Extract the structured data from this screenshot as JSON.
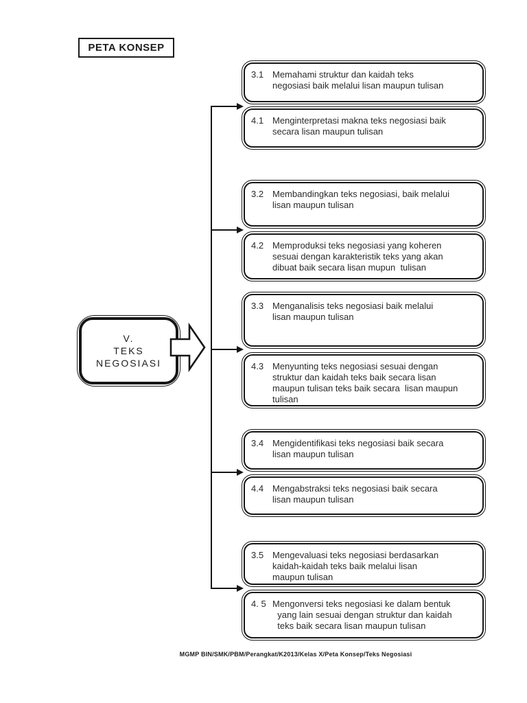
{
  "page": {
    "header_label": "PETA KONSEP",
    "footer": "MGMP BIN/SMK/PBM/Perangkat/K2013/Kelas X/Peta Konsep/Teks Negosiasi"
  },
  "root_node": {
    "label": "V.\nTEKS\nNEGOSIASI"
  },
  "nodes": [
    {
      "num": "3.1",
      "text": "Memahami struktur dan kaidah teks\nnegosiasi baik melalui lisan maupun tulisan"
    },
    {
      "num": "4.1",
      "text": "Menginterpretasi makna teks negosiasi baik\nsecara lisan maupun tulisan"
    },
    {
      "num": "3.2",
      "text": "Membandingkan teks negosiasi, baik melalui\nlisan maupun tulisan"
    },
    {
      "num": "4.2",
      "text": "Memproduksi teks negosiasi yang koheren\nsesuai dengan karakteristik teks yang akan\ndibuat baik secara lisan mupun  tulisan"
    },
    {
      "num": "3.3",
      "text": "Menganalisis teks negosiasi baik melalui\nlisan maupun tulisan"
    },
    {
      "num": "4.3",
      "text": "Menyunting teks negosiasi sesuai dengan\nstruktur dan kaidah teks baik secara lisan\nmaupun tulisan teks baik secara  lisan maupun\ntulisan"
    },
    {
      "num": "3.4",
      "text": "Mengidentifikasi teks negosiasi baik secara\nlisan maupun tulisan"
    },
    {
      "num": "4.4",
      "text": "Mengabstraksi teks negosiasi baik secara\nlisan maupun tulisan"
    },
    {
      "num": "3.5",
      "text": "Mengevaluasi teks negosiasi berdasarkan\nkaidah-kaidah teks baik melalui lisan\nmaupun tulisan"
    },
    {
      "num": "4. 5",
      "text": "Mengonversi teks negosiasi ke dalam bentuk\n  yang lain sesuai dengan struktur dan kaidah\n  teks baik secara lisan maupun tulisan"
    }
  ],
  "colors": {
    "ink": "#161616",
    "text": "#2a2a2a",
    "background": "#ffffff"
  }
}
